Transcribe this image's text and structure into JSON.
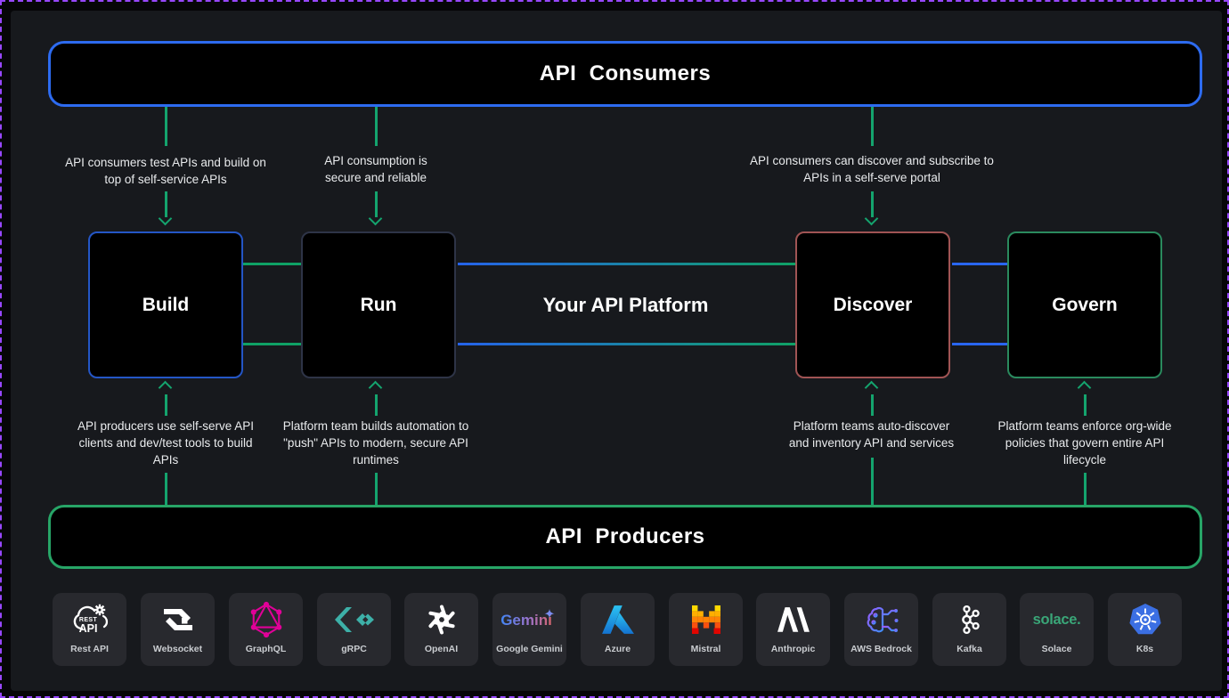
{
  "diagram": {
    "consumers_bar": {
      "label": "API  Consumers"
    },
    "producers_bar": {
      "label": "API  Producers"
    },
    "platform_label": "Your API Platform",
    "nodes": [
      {
        "id": "build",
        "label": "Build",
        "border_color": "#2456c6"
      },
      {
        "id": "run",
        "label": "Run",
        "border_color": "#2e3447"
      },
      {
        "id": "discover",
        "label": "Discover",
        "border_color": "#a05454"
      },
      {
        "id": "govern",
        "label": "Govern",
        "border_color": "#2a8a5e"
      }
    ],
    "consumer_notes": [
      {
        "text": "API consumers test APIs and build on top of self-service APIs"
      },
      {
        "text": "API consumption is secure and reliable"
      },
      {
        "text": "API consumers can discover and subscribe to APIs in a self-serve portal"
      }
    ],
    "producer_notes": [
      {
        "text": "API producers use self-serve API clients and dev/test tools to build APIs"
      },
      {
        "text": "Platform team builds automation to \"push\" APIs to modern, secure API runtimes"
      },
      {
        "text": "Platform teams auto-discover and inventory API and services"
      },
      {
        "text": "Platform teams enforce org-wide policies that govern entire API lifecycle"
      }
    ]
  },
  "logos": {
    "items": [
      {
        "label": "Rest API",
        "icon": "rest-api-icon"
      },
      {
        "label": "Websocket",
        "icon": "websocket-icon"
      },
      {
        "label": "GraphQL",
        "icon": "graphql-icon"
      },
      {
        "label": "gRPC",
        "icon": "grpc-icon"
      },
      {
        "label": "OpenAI",
        "icon": "openai-icon"
      },
      {
        "label": "Google Gemini",
        "icon": "google-gemini-icon"
      },
      {
        "label": "Azure",
        "icon": "azure-icon"
      },
      {
        "label": "Mistral",
        "icon": "mistral-icon"
      },
      {
        "label": "Anthropic",
        "icon": "anthropic-icon"
      },
      {
        "label": "AWS Bedrock",
        "icon": "aws-bedrock-icon"
      },
      {
        "label": "Kafka",
        "icon": "kafka-icon"
      },
      {
        "label": "Solace",
        "icon": "solace-icon"
      },
      {
        "label": "K8s",
        "icon": "k8s-icon"
      }
    ],
    "rest_icon": {
      "top": "REST",
      "bottom": "API"
    },
    "gemini_wordmark": "Gemini",
    "solace_wordmark": "solace."
  },
  "colors": {
    "frame_dash": "#9747ff",
    "canvas_bg": "#17191d",
    "bar_fill": "#000000",
    "consumers_border": "#2d6bf0",
    "producers_border": "#27a567",
    "arrow_green": "#14a46e",
    "line_green": "#0fa165",
    "line_blue": "#2966f0",
    "graphql_pink": "#e10098",
    "grpc_teal": "#3db0a8",
    "solace_green": "#3aa678",
    "k8s_blue": "#3b6fe3"
  }
}
